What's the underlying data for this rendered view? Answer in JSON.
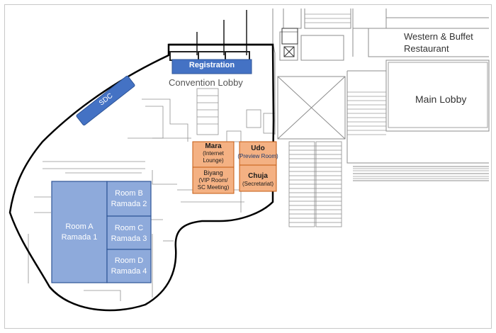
{
  "map": {
    "labels": {
      "registration": "Registration",
      "convention_lobby": "Convention Lobby",
      "sdc": "SDC",
      "western_buffet_line1": "Western & Buffet",
      "western_buffet_line2": "Restaurant",
      "main_lobby": "Main Lobby"
    },
    "rooms": {
      "room_a": {
        "line1": "Room A",
        "line2": "Ramada 1"
      },
      "room_b": {
        "line1": "Room B",
        "line2": "Ramada 2"
      },
      "room_c": {
        "line1": "Room C",
        "line2": "Ramada 3"
      },
      "room_d": {
        "line1": "Room D",
        "line2": "Ramada 4"
      },
      "mara": {
        "name": "Mara",
        "line1": "(Internet",
        "line2": "Lounge)"
      },
      "biyang": {
        "name": "Biyang",
        "line1": "(VIP Room/",
        "line2": "SC Meeting)"
      },
      "udo": {
        "name": "Udo",
        "sub": "(Preview Room)"
      },
      "chuja": {
        "name": "Chuja",
        "sub": "(Secretariat)"
      }
    },
    "colors": {
      "meeting_room_fill": "#8eaadb",
      "meeting_room_border": "#2f5597",
      "label_box_fill": "#4472c4",
      "office_fill": "#f4b183",
      "office_border": "#c55a11",
      "wall": "#000000",
      "structure_lines": "#808080"
    }
  }
}
